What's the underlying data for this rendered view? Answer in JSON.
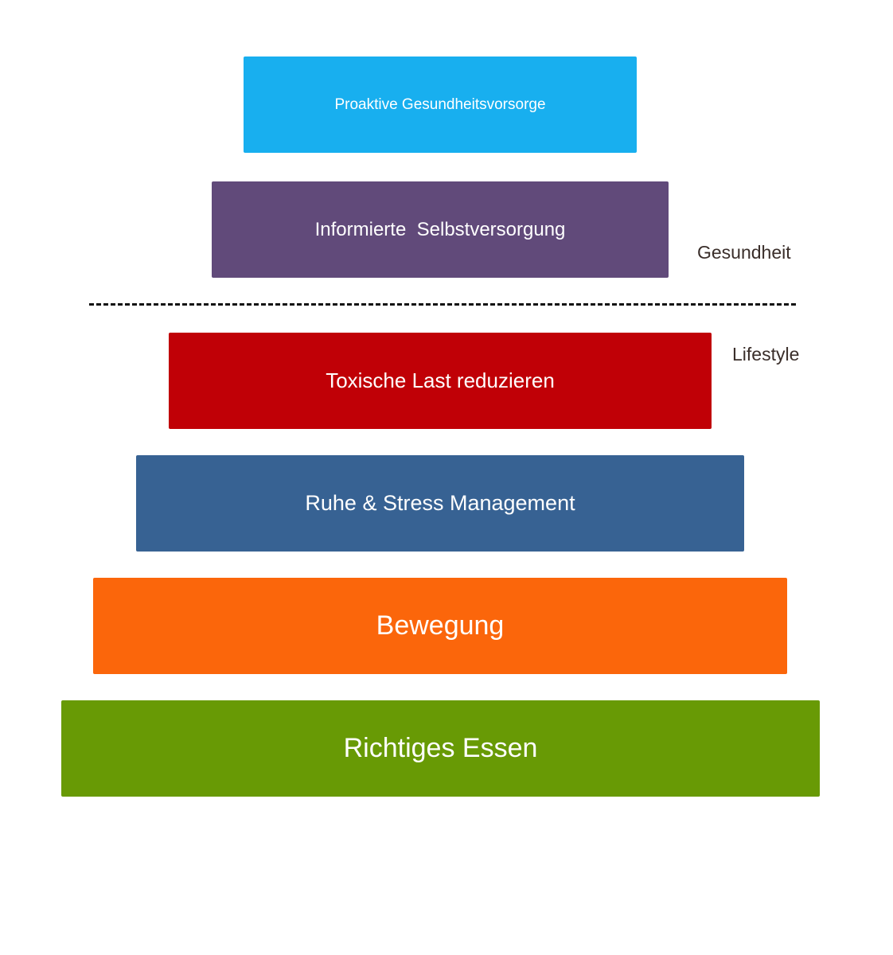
{
  "diagram": {
    "type": "pyramid",
    "layers": [
      {
        "label": "Proaktive Gesundheitsvorsorge",
        "color": "#18AFEF"
      },
      {
        "label": "Informierte  Selbstversorgung",
        "color": "#614A7A"
      },
      {
        "label": "Toxische Last reduzieren",
        "color": "#C00006"
      },
      {
        "label": "Ruhe & Stress Management",
        "color": "#376293"
      },
      {
        "label": "Bewegung",
        "color": "#FB660B"
      },
      {
        "label": "Richtiges Essen",
        "color": "#689A05"
      }
    ],
    "divider": {
      "style": "dashed",
      "color": "#111111"
    },
    "section_labels": {
      "above_divider": "Gesundheit",
      "below_divider": "Lifestyle"
    }
  }
}
